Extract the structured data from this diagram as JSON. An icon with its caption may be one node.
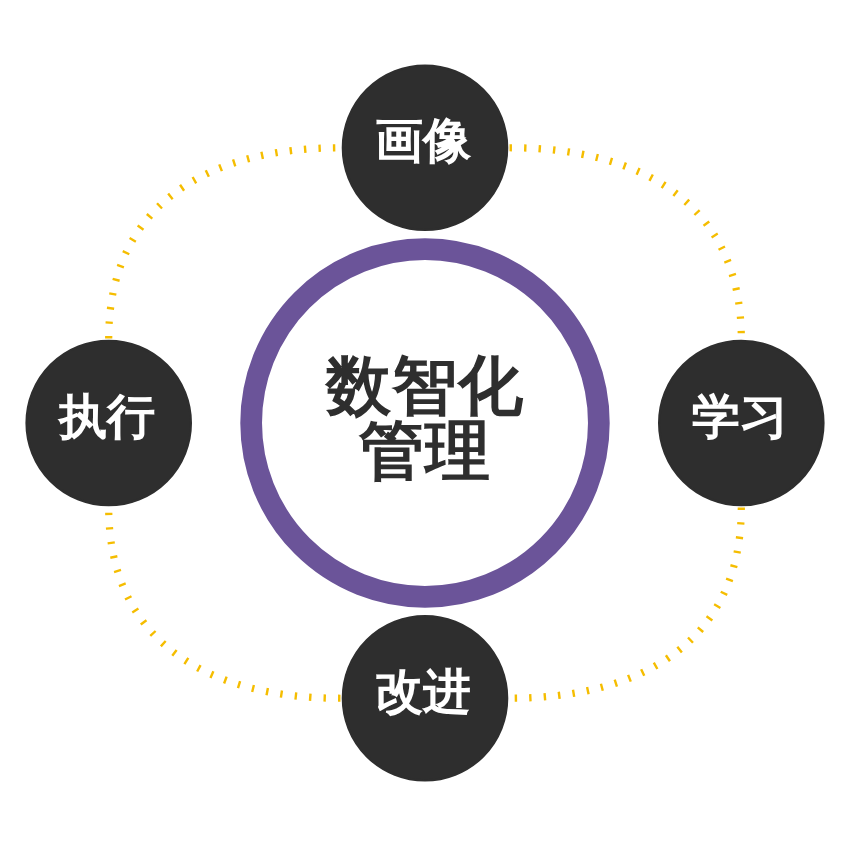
{
  "diagram": {
    "nodes": [
      {
        "text": [
          "画像"
        ]
      },
      {
        "text": [
          "执行"
        ]
      },
      {
        "text": [
          "数智化管理"
        ]
      },
      {
        "text": [
          "学习"
        ]
      },
      {
        "text": [
          "改进"
        ]
      }
    ],
    "edges": [
      {
        "from": 0,
        "to": 3,
        "arrow": "none",
        "style": "dashed"
      },
      {
        "from": 3,
        "to": 4,
        "arrow": "none",
        "style": "dashed"
      },
      {
        "from": 4,
        "to": 1,
        "arrow": "none",
        "style": "dashed"
      },
      {
        "from": 1,
        "to": 0,
        "arrow": "none",
        "style": "dashed"
      }
    ]
  }
}
